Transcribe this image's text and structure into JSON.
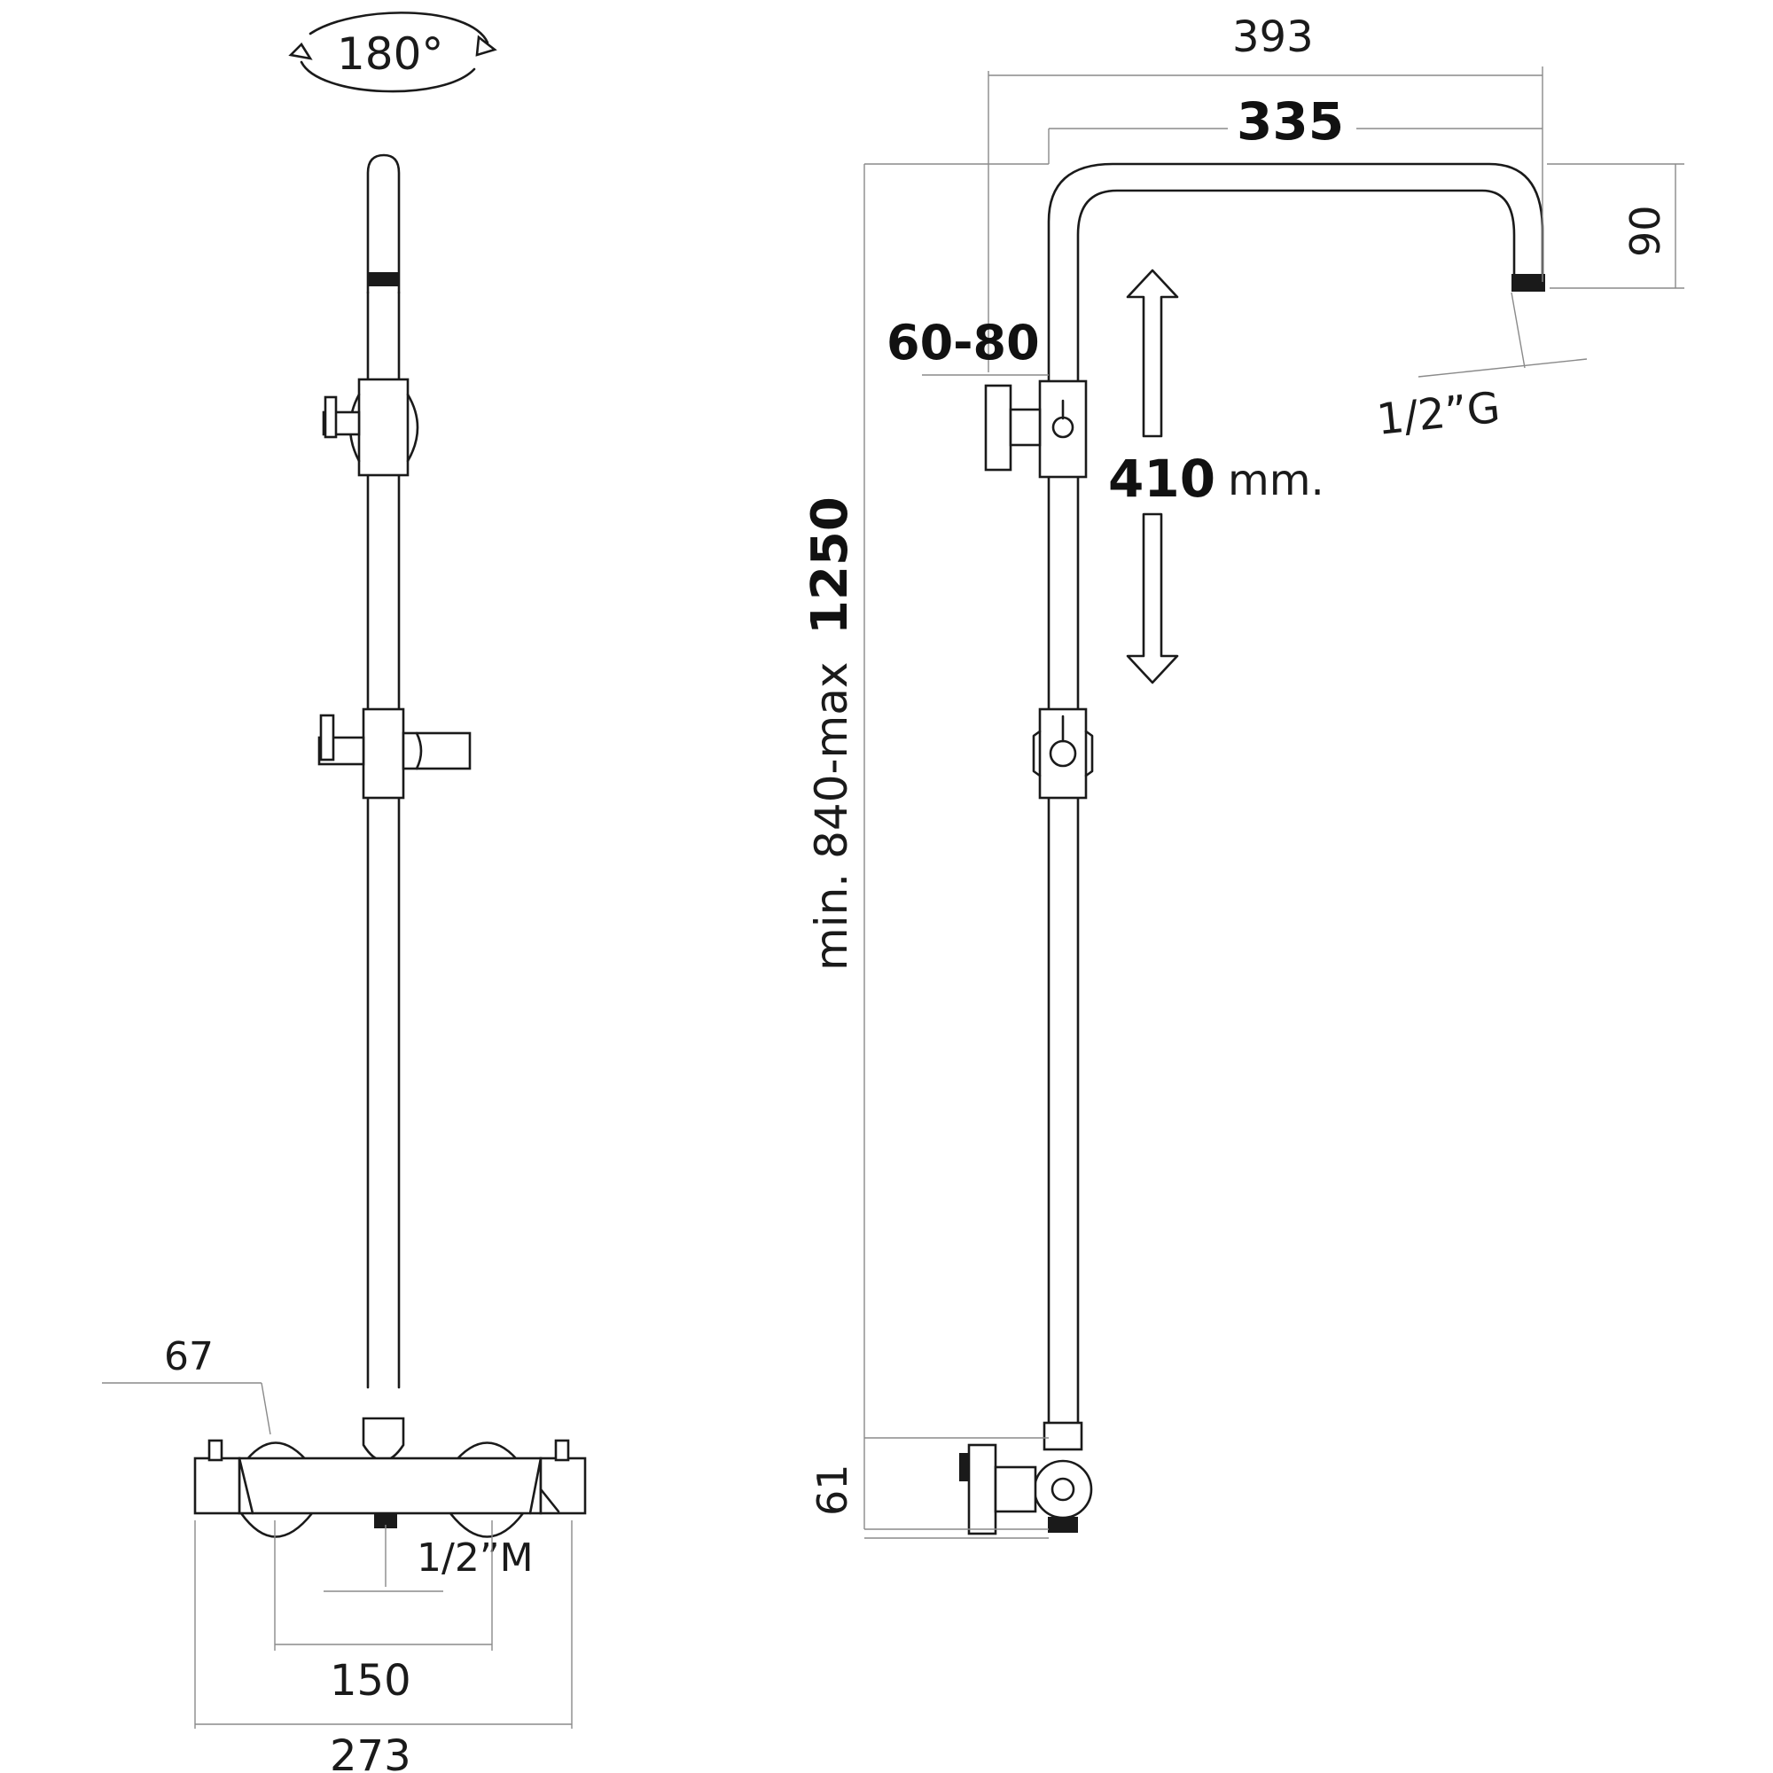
{
  "rotation_label": "180°",
  "front_view": {
    "dim_67": "67",
    "thread_bottom": "1/2”M",
    "dim_150": "150",
    "dim_273": "273"
  },
  "side_view": {
    "dim_393": "393",
    "dim_335": "335",
    "dim_90": "90",
    "dim_60_80": "60-80",
    "thread_top": "1/2”G",
    "slide_value": "410",
    "slide_unit": "mm.",
    "height_range_prefix": "min. 840-max",
    "height_range_max": "1250",
    "dim_61": "61"
  },
  "colors": {
    "line": "#1a1a1a",
    "dimension_line": "#8a8a8a",
    "background": "#ffffff"
  }
}
